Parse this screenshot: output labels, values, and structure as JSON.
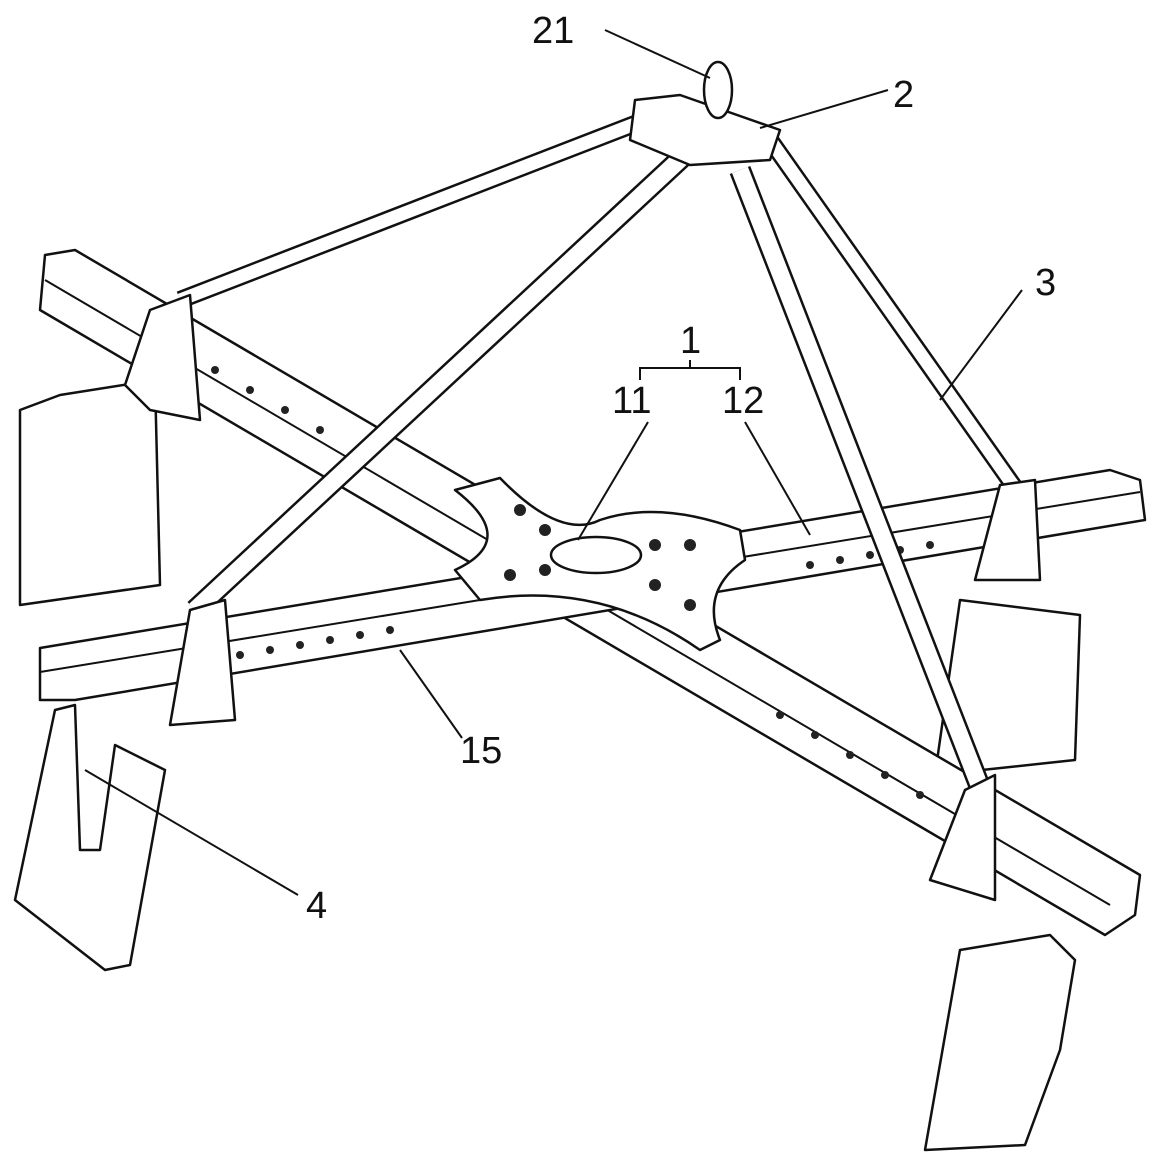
{
  "figure": {
    "labels": {
      "hoist_ring": "21",
      "hub": "2",
      "strut": "3",
      "frame": "1",
      "center_plate": "11",
      "beam": "12",
      "hole_row": "15",
      "gripper": "4"
    }
  }
}
